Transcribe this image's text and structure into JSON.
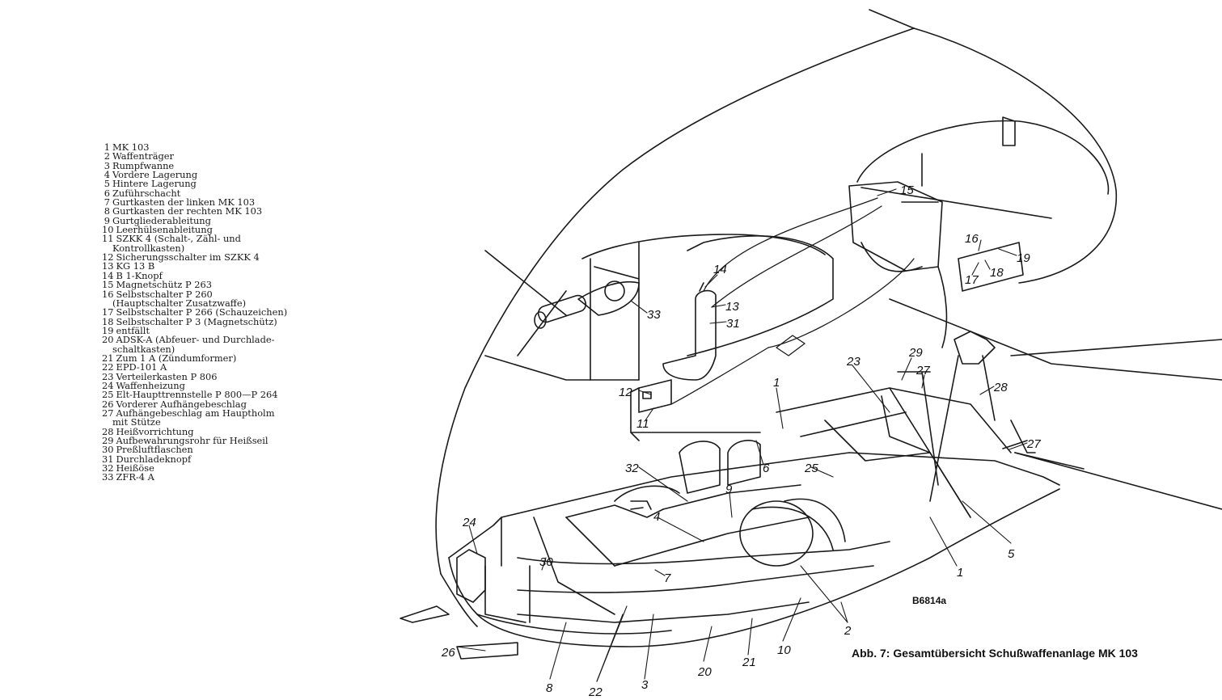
{
  "legend": [
    {
      "n": "1",
      "text": "MK 103"
    },
    {
      "n": "2",
      "text": "Waffenträger"
    },
    {
      "n": "3",
      "text": "Rumpfwanne"
    },
    {
      "n": "4",
      "text": "Vordere Lagerung"
    },
    {
      "n": "5",
      "text": "Hintere Lagerung"
    },
    {
      "n": "6",
      "text": "Zuführschacht"
    },
    {
      "n": "7",
      "text": "Gurtkasten der linken MK 103"
    },
    {
      "n": "8",
      "text": "Gurtkasten der rechten MK 103"
    },
    {
      "n": "9",
      "text": "Gurtgliederableitung"
    },
    {
      "n": "10",
      "text": "Leerhülsenableitung"
    },
    {
      "n": "11",
      "text": "SZKK 4 (Schalt-, Zähl- und",
      "cont": "Kontrollkasten)"
    },
    {
      "n": "12",
      "text": "Sicherungsschalter im SZKK 4"
    },
    {
      "n": "13",
      "text": "KG 13 B"
    },
    {
      "n": "14",
      "text": "B 1-Knopf"
    },
    {
      "n": "15",
      "text": "Magnetschütz P 263"
    },
    {
      "n": "16",
      "text": "Selbstschalter P 260",
      "cont": "(Hauptschalter Zusatzwaffe)"
    },
    {
      "n": "17",
      "text": "Selbstschalter P 266 (Schauzeichen)"
    },
    {
      "n": "18",
      "text": "Selbstschalter P 3 (Magnetschütz)"
    },
    {
      "n": "19",
      "text": "entfällt"
    },
    {
      "n": "20",
      "text": "ADSK-A (Abfeuer- und Durchlade-",
      "cont": "schaltkasten)"
    },
    {
      "n": "21",
      "text": "Zum 1 A (Zündumformer)"
    },
    {
      "n": "22",
      "text": "EPD-101 A"
    },
    {
      "n": "23",
      "text": "Verteilerkasten P 806"
    },
    {
      "n": "24",
      "text": "Waffenheizung"
    },
    {
      "n": "25",
      "text": "Elt-Haupttrennstelle P 800—P 264"
    },
    {
      "n": "26",
      "text": "Vorderer Aufhängebeschlag"
    },
    {
      "n": "27",
      "text": "Aufhängebeschlag am Hauptholm",
      "cont": "mit Stütze"
    },
    {
      "n": "28",
      "text": "Heißvorrichtung"
    },
    {
      "n": "29",
      "text": "Aufbewahrungsrohr für Heißseil"
    },
    {
      "n": "30",
      "text": "Preßluftflaschen"
    },
    {
      "n": "31",
      "text": "Durchladeknopf"
    },
    {
      "n": "32",
      "text": "Heißöse"
    },
    {
      "n": "33",
      "text": "ZFR-4 A"
    }
  ],
  "callouts": {
    "c15": "15",
    "c16": "16",
    "c19": "19",
    "c17": "17",
    "c18": "18",
    "c14": "14",
    "c13": "13",
    "c31": "31",
    "c33": "33",
    "c12": "12",
    "c11": "11",
    "c1a": "1",
    "c23": "23",
    "c29": "29",
    "c27a": "27",
    "c28": "28",
    "c27b": "27",
    "c6": "6",
    "c25": "25",
    "c32": "32",
    "c9": "9",
    "c4": "4",
    "c24": "24",
    "c30": "30",
    "c7": "7",
    "c5": "5",
    "c1b": "1",
    "c2": "2",
    "c26": "26",
    "c8": "8",
    "c22": "22",
    "c3": "3",
    "c20": "20",
    "c21": "21",
    "c10": "10"
  },
  "drawing_code": "B6814a",
  "caption": "Abb. 7: Gesamtübersicht Schußwaffenanlage MK 103"
}
